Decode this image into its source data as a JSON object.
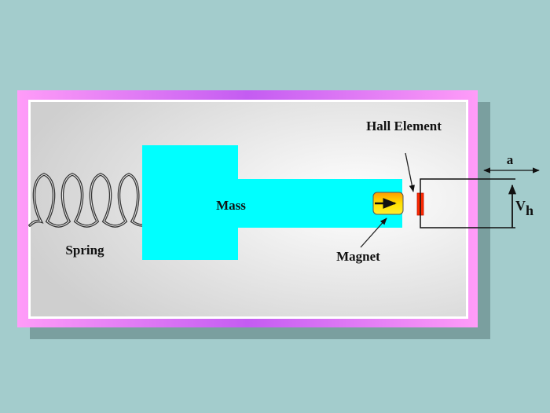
{
  "labels": {
    "spring": "Spring",
    "mass": "Mass",
    "magnet": "Magnet",
    "hall_element": "Hall Element",
    "displacement": "a",
    "voltage_main": "V",
    "voltage_sub": "h"
  },
  "colors": {
    "background": "#a3cccc",
    "frame": "#f08cf5",
    "mass": "#00ffff",
    "magnet": "#ffe000",
    "hall_element": "#ff2a00"
  }
}
